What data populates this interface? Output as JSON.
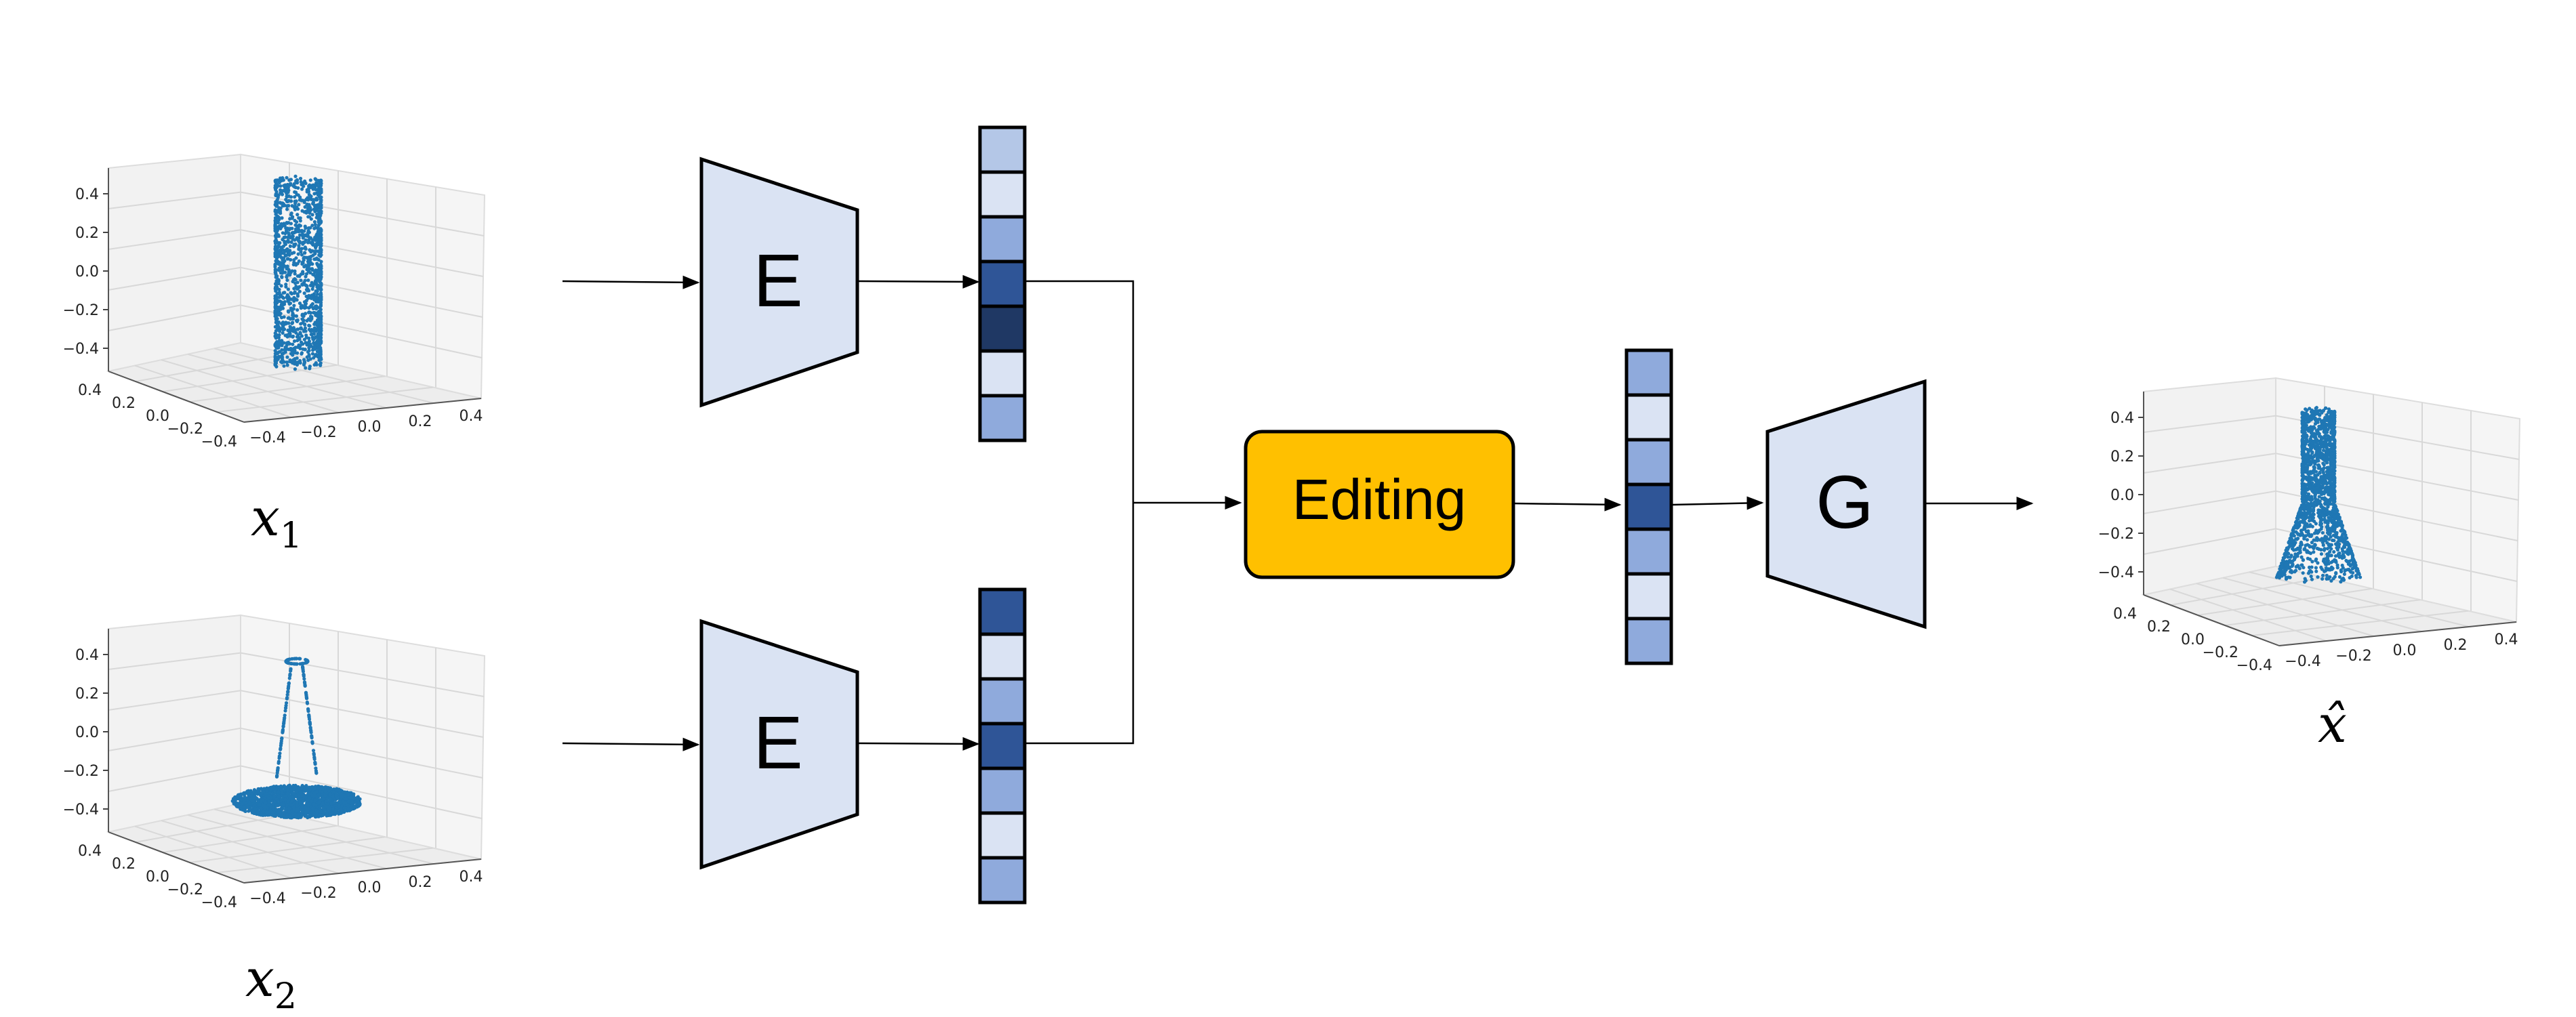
{
  "colors": {
    "encoder_fill": "#dae3f3",
    "editing_fill": "#ffc000",
    "stroke": "#000000",
    "point_color": "#1f77b4",
    "latent_palette": [
      "#b4c7e7",
      "#dae3f3",
      "#8faadc",
      "#2f5597",
      "#1f3864"
    ]
  },
  "encoder_top": {
    "label": "E"
  },
  "encoder_bottom": {
    "label": "E"
  },
  "editing": {
    "label": "Editing"
  },
  "generator": {
    "label": "G"
  },
  "latent_top": {
    "cells": [
      "#b4c7e7",
      "#dae3f3",
      "#8faadc",
      "#2f5597",
      "#1f3864",
      "#dae3f3",
      "#8faadc"
    ]
  },
  "latent_bottom": {
    "cells": [
      "#2f5597",
      "#dae3f3",
      "#8faadc",
      "#2f5597",
      "#8faadc",
      "#dae3f3",
      "#8faadc"
    ]
  },
  "latent_edited": {
    "cells": [
      "#8faadc",
      "#dae3f3",
      "#8faadc",
      "#2f5597",
      "#8faadc",
      "#dae3f3",
      "#8faadc"
    ]
  },
  "plots": {
    "input1": {
      "label_base": "x",
      "label_sub": "1",
      "z_ticks": [
        "0.4",
        "0.2",
        "0.0",
        "−0.2",
        "−0.4"
      ],
      "x_ticks": [
        "−0.4",
        "−0.2",
        "0.0",
        "0.2",
        "0.4"
      ],
      "y_ticks": [
        "0.4",
        "0.2",
        "0.0",
        "−0.2",
        "−0.4"
      ],
      "shape": "cylinder"
    },
    "input2": {
      "label_base": "x",
      "label_sub": "2",
      "z_ticks": [
        "0.4",
        "0.2",
        "0.0",
        "−0.2",
        "−0.4"
      ],
      "x_ticks": [
        "−0.4",
        "−0.2",
        "0.0",
        "0.2",
        "0.4"
      ],
      "y_ticks": [
        "0.4",
        "0.2",
        "0.0",
        "−0.2",
        "−0.4"
      ],
      "shape": "cone-on-disc"
    },
    "output": {
      "label_base": "x̂",
      "z_ticks": [
        "0.4",
        "0.2",
        "0.0",
        "−0.2",
        "−0.4"
      ],
      "x_ticks": [
        "−0.4",
        "−0.2",
        "0.0",
        "0.2",
        "0.4"
      ],
      "y_ticks": [
        "0.4",
        "0.2",
        "0.0",
        "−0.2",
        "−0.4"
      ],
      "shape": "vase"
    }
  }
}
